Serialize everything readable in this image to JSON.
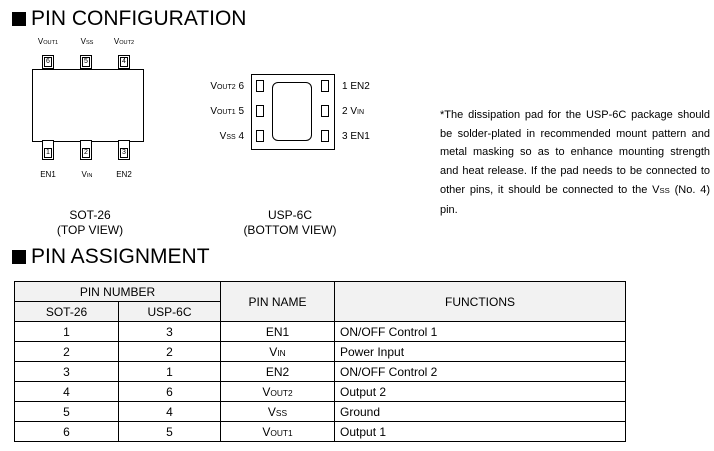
{
  "headings": {
    "pin_configuration": "PIN CONFIGURATION",
    "pin_assignment": "PIN ASSIGNMENT"
  },
  "sot26": {
    "top_pins": [
      {
        "main": "V",
        "sub": "OUT1",
        "number": "6"
      },
      {
        "main": "V",
        "sub": "SS",
        "number": "5"
      },
      {
        "main": "V",
        "sub": "OUT2",
        "number": "4"
      }
    ],
    "bottom_pins": [
      {
        "main": "EN1",
        "sub": "",
        "number": "1"
      },
      {
        "main": "V",
        "sub": "IN",
        "number": "2"
      },
      {
        "main": "EN2",
        "sub": "",
        "number": "3"
      }
    ],
    "caption_line1": "SOT-26",
    "caption_line2": "(TOP VIEW)"
  },
  "usp6c": {
    "left_pins": [
      {
        "main": "V",
        "sub": "OUT2",
        "number": "6"
      },
      {
        "main": "V",
        "sub": "OUT1",
        "number": "5"
      },
      {
        "main": "V",
        "sub": "SS",
        "number": "4"
      }
    ],
    "right_pins": [
      {
        "number": "1",
        "main": "EN2",
        "sub": ""
      },
      {
        "number": "2",
        "main": "V",
        "sub": "IN"
      },
      {
        "number": "3",
        "main": "EN1",
        "sub": ""
      }
    ],
    "caption_line1": "USP-6C",
    "caption_line2": "(BOTTOM VIEW)"
  },
  "note": {
    "part1": "*The dissipation pad for the USP-6C package should be solder-plated in recommended mount pattern and metal masking so as to enhance mounting strength and heat release.  If the pad needs to be connected to other pins, it should be connected to the V",
    "sub": "SS",
    "part2": " (No. 4) pin."
  },
  "table": {
    "header": {
      "pin_number": "PIN NUMBER",
      "sot26": "SOT-26",
      "usp6c": "USP-6C",
      "pin_name": "PIN NAME",
      "functions": "FUNCTIONS"
    },
    "rows": [
      {
        "sot26": "1",
        "usp6c": "3",
        "name_main": "EN1",
        "name_sub": "",
        "function": "ON/OFF Control 1"
      },
      {
        "sot26": "2",
        "usp6c": "2",
        "name_main": "V",
        "name_sub": "IN",
        "function": "Power Input"
      },
      {
        "sot26": "3",
        "usp6c": "1",
        "name_main": "EN2",
        "name_sub": "",
        "function": "ON/OFF Control 2"
      },
      {
        "sot26": "4",
        "usp6c": "6",
        "name_main": "V",
        "name_sub": "OUT2",
        "function": "Output 2"
      },
      {
        "sot26": "5",
        "usp6c": "4",
        "name_main": "V",
        "name_sub": "SS",
        "function": "Ground"
      },
      {
        "sot26": "6",
        "usp6c": "5",
        "name_main": "V",
        "name_sub": "OUT1",
        "function": "Output 1"
      }
    ]
  }
}
